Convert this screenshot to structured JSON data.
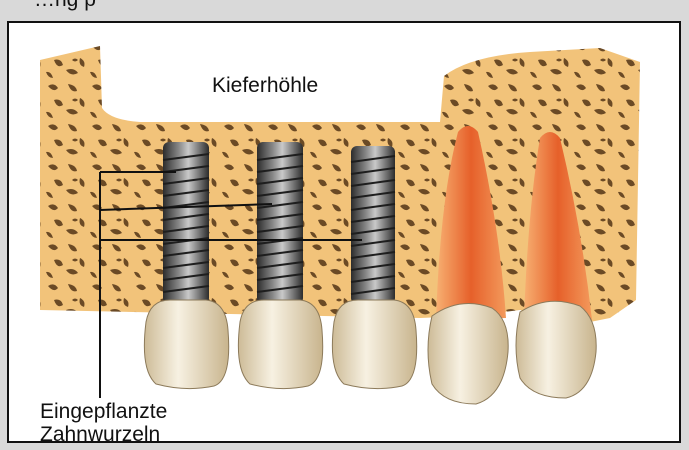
{
  "figure": {
    "caption_fragment": "…ng p",
    "labels": {
      "sinus": "Kieferhöhle",
      "implants_line1": "Eingepflanzte",
      "implants_line2": "Zahnwurzeln"
    },
    "colors": {
      "background": "#d9d9d9",
      "frame_fill": "#ffffff",
      "bone": "#f2c37a",
      "bone_pores": "#6b4a25",
      "implant_metal": "#4a4a4a",
      "crown": "#f1ead8",
      "root_pulp": "#e86a2e"
    },
    "parts": [
      "sinus-cavity",
      "jaw-bone",
      "implant-screw",
      "implant-crown",
      "natural-tooth"
    ]
  }
}
